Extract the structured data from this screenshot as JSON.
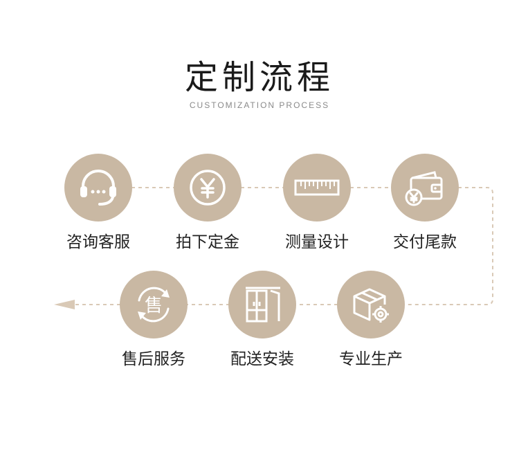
{
  "header": {
    "title": "定制流程",
    "subtitle": "CUSTOMIZATION PROCESS"
  },
  "theme": {
    "circle_color": "#c9b8a3",
    "line_color": "#d9c9b6",
    "text_color": "#222222"
  },
  "steps": [
    {
      "label": "咨询客服",
      "icon": "customer-service-headset-icon"
    },
    {
      "label": "拍下定金",
      "icon": "yen-coin-icon"
    },
    {
      "label": "测量设计",
      "icon": "ruler-icon"
    },
    {
      "label": "交付尾款",
      "icon": "wallet-yen-icon"
    },
    {
      "label": "专业生产",
      "icon": "box-gear-icon"
    },
    {
      "label": "配送安装",
      "icon": "wardrobe-icon"
    },
    {
      "label": "售后服务",
      "icon": "after-sales-cycle-icon"
    }
  ],
  "after_sales_icon_char": "售"
}
